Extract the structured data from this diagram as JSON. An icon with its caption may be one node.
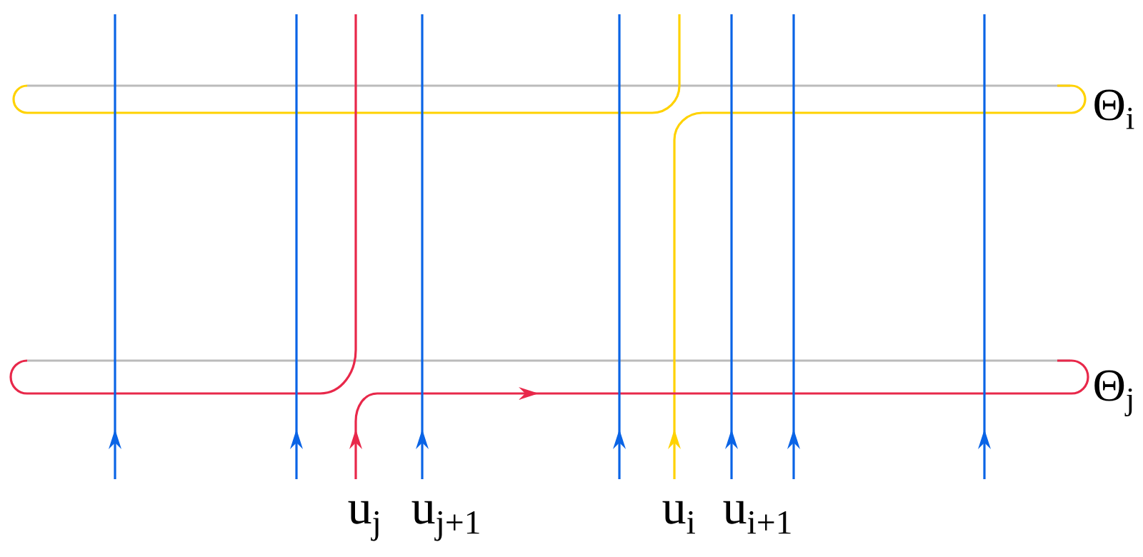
{
  "diagram": {
    "labels": [
      "u$_{j}$",
      "u$_{j+1}$",
      "u$_{i}$",
      "u$_{i+1}$",
      "Θ$_{i}$",
      "Θ$_{j}$"
    ]
  }
}
